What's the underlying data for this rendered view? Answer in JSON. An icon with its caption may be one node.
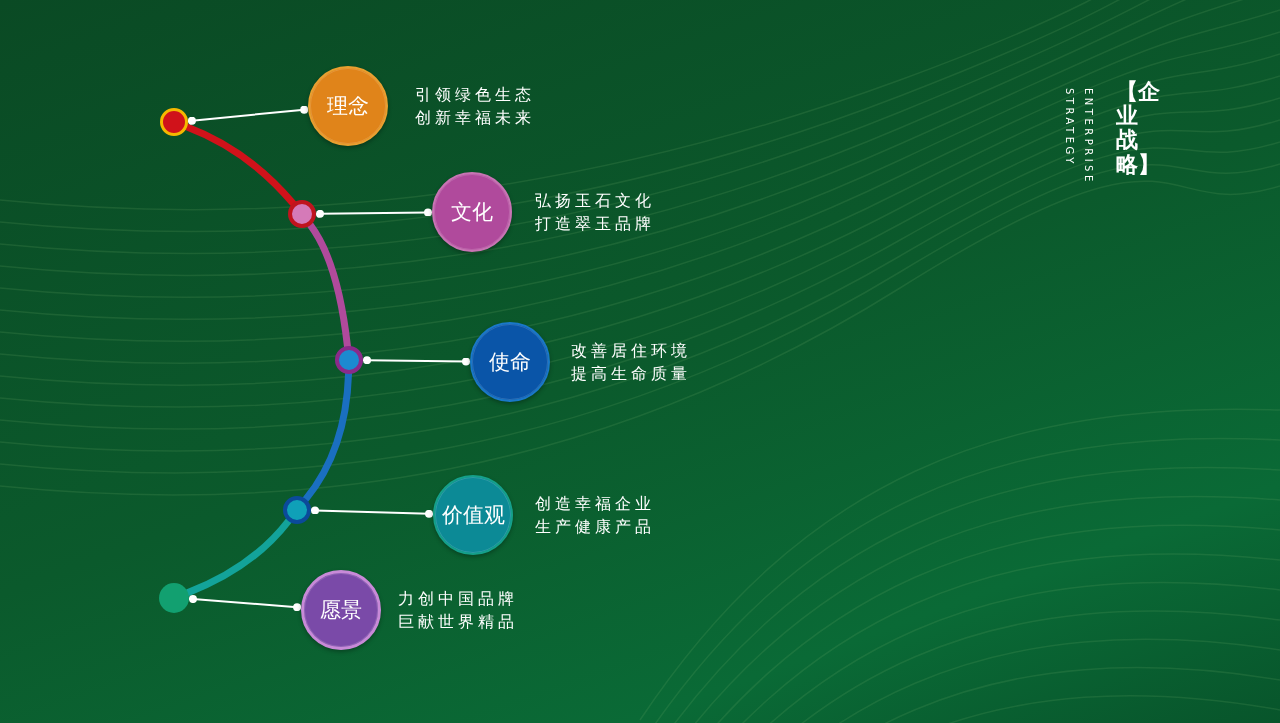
{
  "diagram": {
    "title": "【企业战略】",
    "nodes": [
      {
        "text": [],
        "shape": "circle"
      },
      {
        "text": [
          "理念"
        ],
        "beside": [
          "引领绿色生态",
          "创新幸福未来"
        ]
      },
      {
        "text": [],
        "shape": "circle"
      },
      {
        "text": [
          "文化"
        ],
        "beside": [
          "弘扬玉石文化",
          "打造翠玉品牌"
        ]
      },
      {
        "text": [],
        "shape": "circle"
      },
      {
        "text": [
          "使命"
        ],
        "beside": [
          "改善居住环境",
          "提高生命质量"
        ]
      },
      {
        "text": [],
        "shape": "circle"
      },
      {
        "text": [
          "价值观"
        ],
        "beside": [
          "创造幸福企业",
          "生产健康产品"
        ]
      },
      {
        "text": [],
        "shape": "circle"
      },
      {
        "text": [
          "愿景"
        ],
        "beside": [
          "力创中国品牌",
          "巨献世界精品"
        ]
      }
    ],
    "edges": [
      {
        "from": 0,
        "to": 2,
        "arrow": "none",
        "style": "thick",
        "color": "#d0121a"
      },
      {
        "from": 2,
        "to": 4,
        "arrow": "none",
        "style": "thick",
        "color": "#b04a9c"
      },
      {
        "from": 4,
        "to": 6,
        "arrow": "none",
        "style": "thick",
        "color": "#1a6fc0"
      },
      {
        "from": 6,
        "to": 8,
        "arrow": "none",
        "style": "thick",
        "color": "#13a39a"
      },
      {
        "from": 0,
        "to": 1,
        "arrow": "other"
      },
      {
        "from": 2,
        "to": 3,
        "arrow": "other"
      },
      {
        "from": 4,
        "to": 5,
        "arrow": "other"
      },
      {
        "from": 6,
        "to": 7,
        "arrow": "other"
      },
      {
        "from": 8,
        "to": 9,
        "arrow": "other"
      }
    ],
    "labels": [
      "ENTERPRISE",
      "STRATEGY"
    ]
  }
}
